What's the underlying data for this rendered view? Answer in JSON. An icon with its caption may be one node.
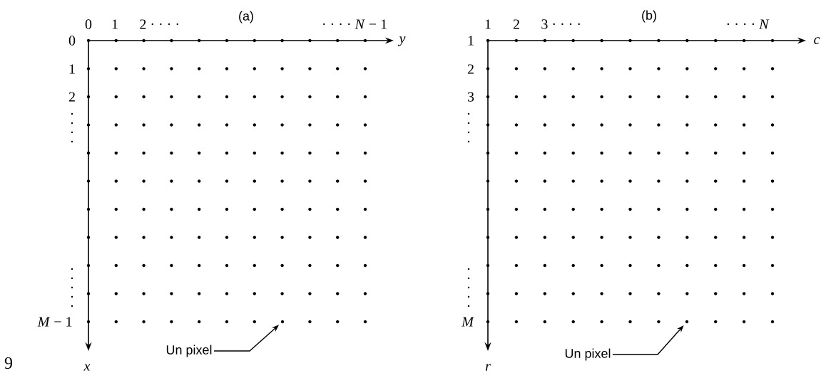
{
  "diagram": {
    "nodes": [
      {
        "text": [
          "Un pixel"
        ]
      },
      {
        "text": [],
        "shape": "circle"
      },
      {
        "text": [
          "Un pixel"
        ]
      },
      {
        "text": [],
        "shape": "circle"
      }
    ],
    "edges": [
      {
        "from": 0,
        "to": 1,
        "arrow": "to"
      },
      {
        "from": 2,
        "to": 3,
        "arrow": "to"
      }
    ],
    "labels": [
      "(a)",
      "0",
      "1",
      "2 · · · ·",
      "· · · · *N* − 1",
      "0",
      "y",
      "1",
      "2",
      "*M* − 1",
      "x",
      "(b)",
      "1",
      "2",
      "3 · · · ·",
      "· · · · *N*",
      "1",
      "c",
      "2",
      "3",
      "*M*",
      "r",
      "9"
    ]
  }
}
